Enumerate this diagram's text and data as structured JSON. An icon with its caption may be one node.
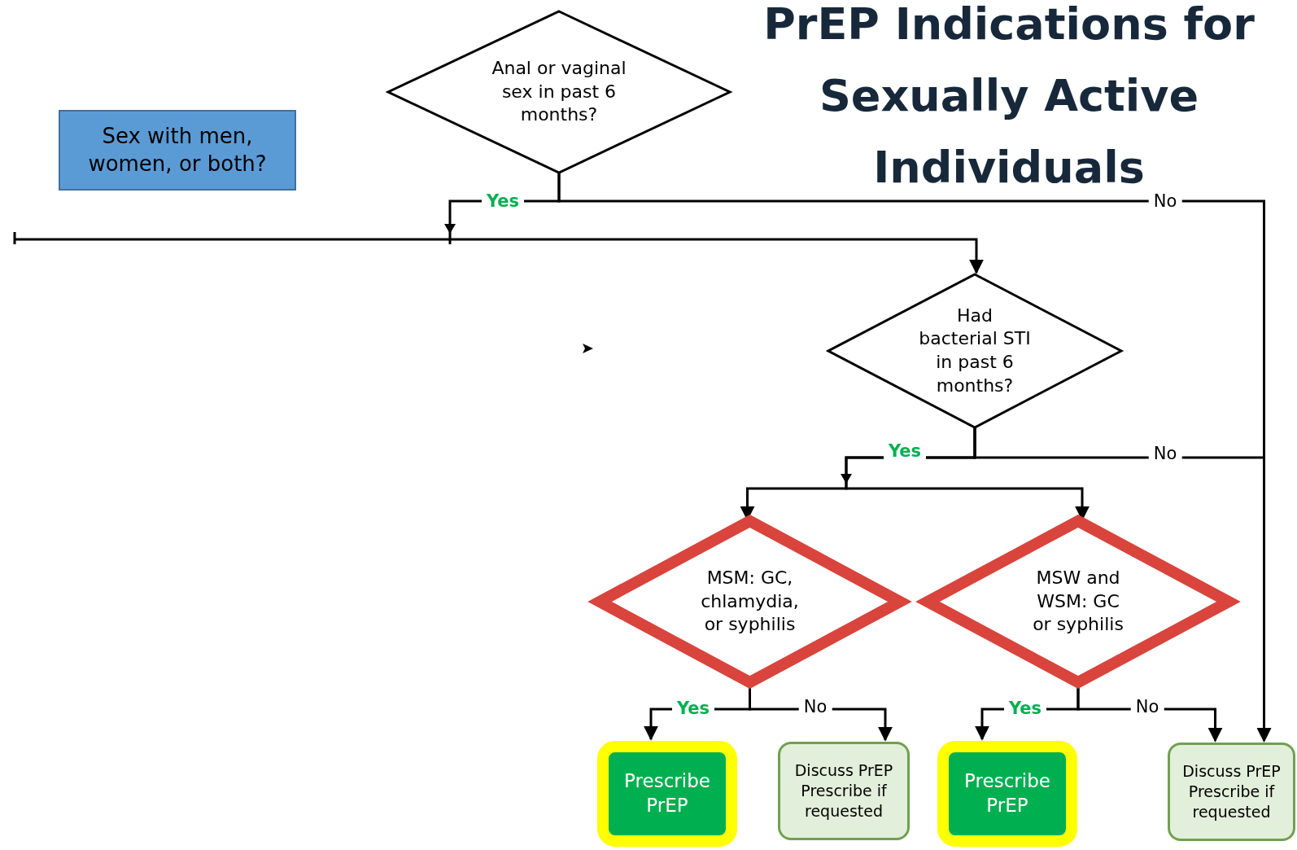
{
  "diagram": {
    "title": "PrEP Indications for Sexually Active Individuals",
    "nodes": [
      {
        "text": [
          "Anal or vaginal sex in past 6 months?"
        ]
      },
      {
        "text": [
          "Sex with men, women, or both?"
        ]
      },
      {
        "text": [
          "Had bacterial STI in past 6 months?"
        ]
      },
      {
        "text": [
          "MSM: GC, chlamydia, or syphilis"
        ]
      },
      {
        "text": [
          "MSW and WSM: GC or syphilis"
        ]
      },
      {
        "text": [
          "Prescribe PrEP"
        ]
      },
      {
        "text": [
          "Discuss PrEP Prescribe if requested"
        ]
      },
      {
        "text": [
          "Prescribe PrEP"
        ]
      },
      {
        "text": [
          "Discuss PrEP Prescribe if requested"
        ]
      }
    ],
    "edges": [
      {
        "from": 0,
        "to": 2,
        "arrow": "to",
        "label": "Yes"
      },
      {
        "from": 0,
        "to": 8,
        "arrow": "to",
        "label": "No"
      },
      {
        "from": 2,
        "to": 3,
        "arrow": "to",
        "label": "Yes"
      },
      {
        "from": 2,
        "to": 4,
        "arrow": "to"
      },
      {
        "from": 2,
        "to": 8,
        "arrow": "to",
        "label": "No"
      },
      {
        "from": 3,
        "to": 5,
        "arrow": "to",
        "label": "Yes"
      },
      {
        "from": 3,
        "to": 6,
        "arrow": "to",
        "label": "No"
      },
      {
        "from": 4,
        "to": 7,
        "arrow": "to",
        "label": "Yes"
      },
      {
        "from": 4,
        "to": 8,
        "arrow": "to",
        "label": "No"
      }
    ]
  }
}
